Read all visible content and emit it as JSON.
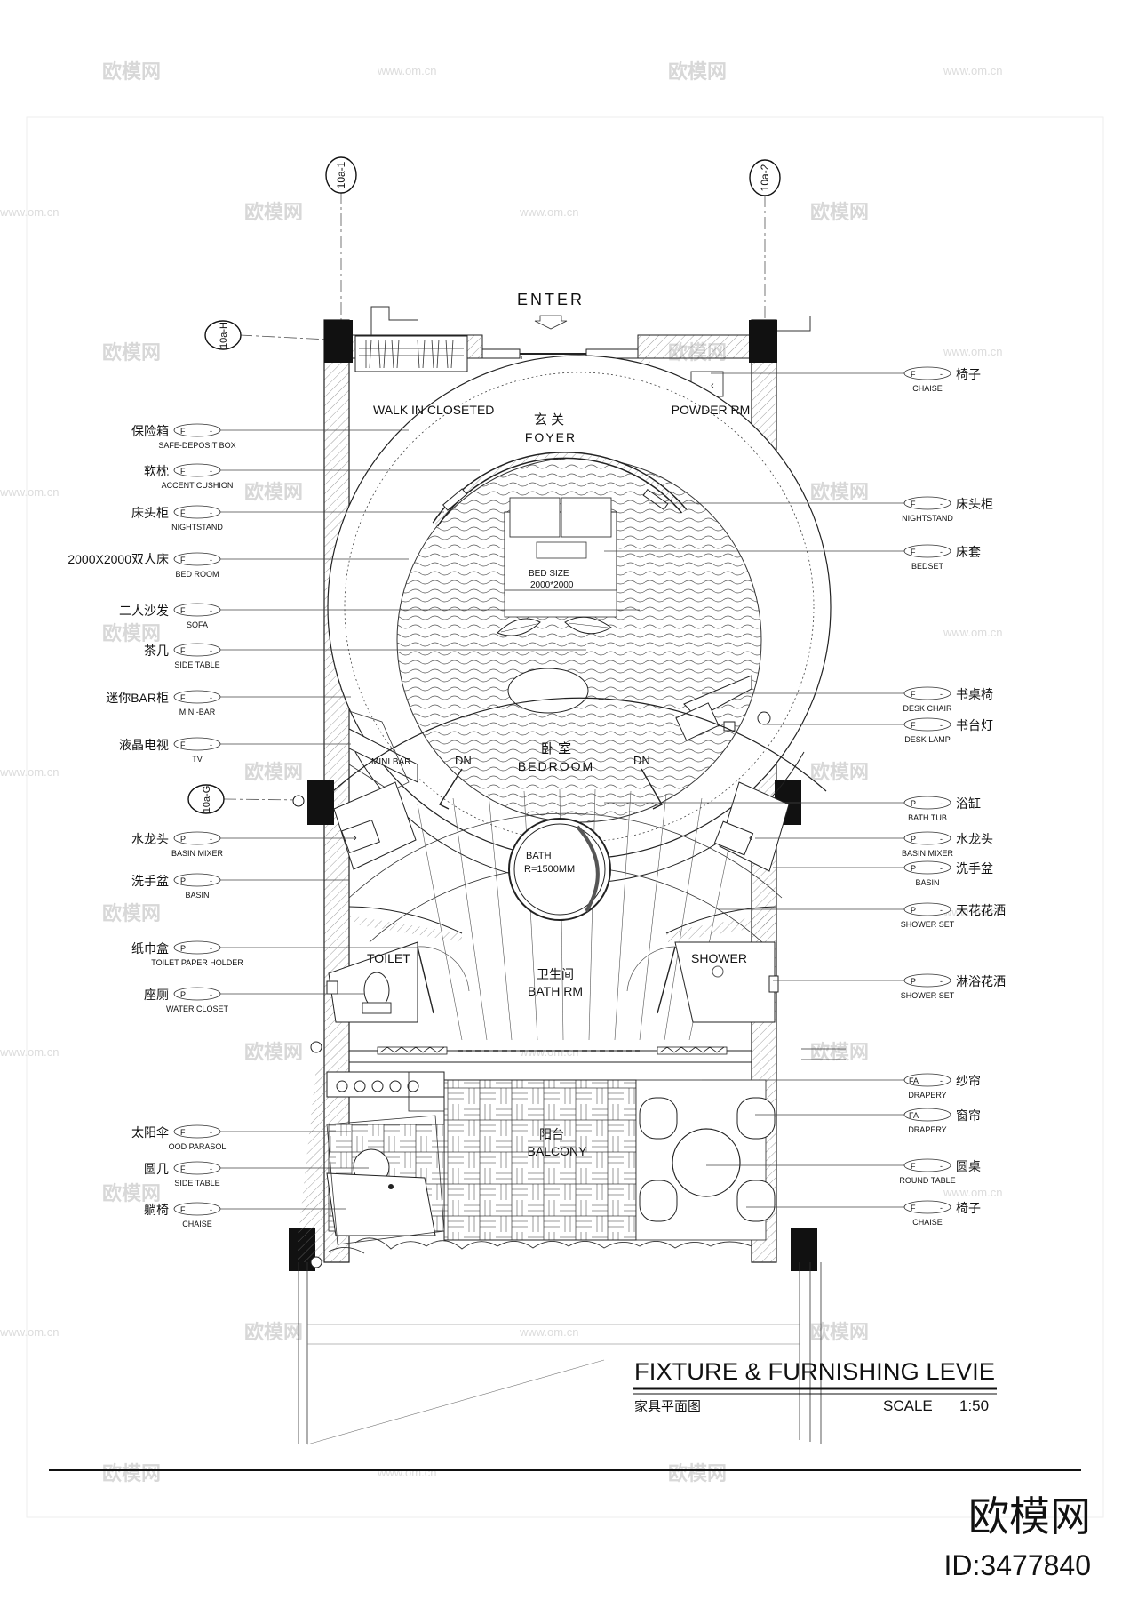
{
  "grid_markers": {
    "a1": "10a-1",
    "a2": "10a-2",
    "h": "10a-H",
    "g": "10a-G"
  },
  "rooms": {
    "enter": "ENTER",
    "walk_in": "WALK IN CLOSETED",
    "foyer_cn": "玄 关",
    "foyer_en": "FOYER",
    "powder": "POWDER RM",
    "bed_size": "BED SIZE",
    "bed_dim": "2000*2000",
    "bedroom_cn": "卧 室",
    "bedroom_en": "BEDROOM",
    "dn_left": "DN",
    "dn_right": "DN",
    "mini_bar": "MINI BAR",
    "bath": "BATH",
    "bath_r": "R=1500MM",
    "toilet": "TOILET",
    "shower": "SHOWER",
    "bathrm_cn": "卫生间",
    "bathrm_en": "BATH RM",
    "balcony_cn": "阳台",
    "balcony_en": "BALCONY"
  },
  "tag_codes": {
    "f": "F",
    "p": "P",
    "fa": "FA",
    "dash": "-"
  },
  "left_labels": [
    {
      "cn": "保险箱",
      "en": "SAFE-DEPOSIT BOX",
      "code": "F"
    },
    {
      "cn": "软枕",
      "en": "ACCENT CUSHION",
      "code": "F"
    },
    {
      "cn": "床头柜",
      "en": "NIGHTSTAND",
      "code": "F"
    },
    {
      "cn": "2000X2000双人床",
      "en": "BED ROOM",
      "code": "F"
    },
    {
      "cn": "二人沙发",
      "en": "SOFA",
      "code": "F"
    },
    {
      "cn": "茶几",
      "en": "SIDE TABLE",
      "code": "F"
    },
    {
      "cn": "迷你BAR柜",
      "en": "MINI-BAR",
      "code": "F"
    },
    {
      "cn": "液晶电视",
      "en": "TV",
      "code": "F"
    },
    {
      "cn": "水龙头",
      "en": "BASIN MIXER",
      "code": "P"
    },
    {
      "cn": "洗手盆",
      "en": "BASIN",
      "code": "P"
    },
    {
      "cn": "纸巾盒",
      "en": "TOILET PAPER HOLDER",
      "code": "P"
    },
    {
      "cn": "座厕",
      "en": "WATER CLOSET",
      "code": "P"
    },
    {
      "cn": "太阳伞",
      "en": "OOD PARASOL",
      "code": "F"
    },
    {
      "cn": "圆几",
      "en": "SIDE TABLE",
      "code": "F"
    },
    {
      "cn": "躺椅",
      "en": "CHAISE",
      "code": "F"
    }
  ],
  "right_labels": [
    {
      "cn": "椅子",
      "en": "CHAISE",
      "code": "F"
    },
    {
      "cn": "床头柜",
      "en": "NIGHTSTAND",
      "code": "F"
    },
    {
      "cn": "床套",
      "en": "BEDSET",
      "code": "F"
    },
    {
      "cn": "书桌椅",
      "en": "DESK CHAIR",
      "code": "F"
    },
    {
      "cn": "书台灯",
      "en": "DESK LAMP",
      "code": "F"
    },
    {
      "cn": "浴缸",
      "en": "BATH TUB",
      "code": "P"
    },
    {
      "cn": "水龙头",
      "en": "BASIN MIXER",
      "code": "P"
    },
    {
      "cn": "洗手盆",
      "en": "BASIN",
      "code": "P"
    },
    {
      "cn": "天花花洒",
      "en": "SHOWER SET",
      "code": "P"
    },
    {
      "cn": "淋浴花洒",
      "en": "SHOWER SET",
      "code": "P"
    },
    {
      "cn": "纱帘",
      "en": "DRAPERY",
      "code": "FA"
    },
    {
      "cn": "窗帘",
      "en": "DRAPERY",
      "code": "FA"
    },
    {
      "cn": "圆桌",
      "en": "ROUND TABLE",
      "code": "F"
    },
    {
      "cn": "椅子",
      "en": "CHAISE",
      "code": "F"
    }
  ],
  "title_block": {
    "title": "FIXTURE & FURNISHING LEVIE",
    "subtitle_cn": "家具平面图",
    "scale_label": "SCALE",
    "scale_value": "1:50"
  },
  "watermark": {
    "brand": "欧模网",
    "url": "www.om.cn",
    "id": "ID:3477840"
  }
}
